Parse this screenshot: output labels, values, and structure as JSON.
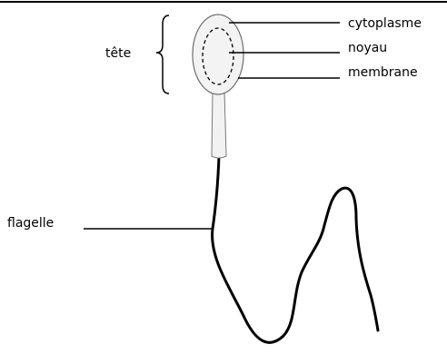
{
  "labels": {
    "tete": "tête",
    "cytoplasme": "cytoplasme",
    "noyau": "noyau",
    "membrane": "membrane",
    "flagelle": "flagelle"
  },
  "colors": {
    "background": "#ffffff",
    "ink": "#000000",
    "head_fill": "#f3f3f3"
  }
}
